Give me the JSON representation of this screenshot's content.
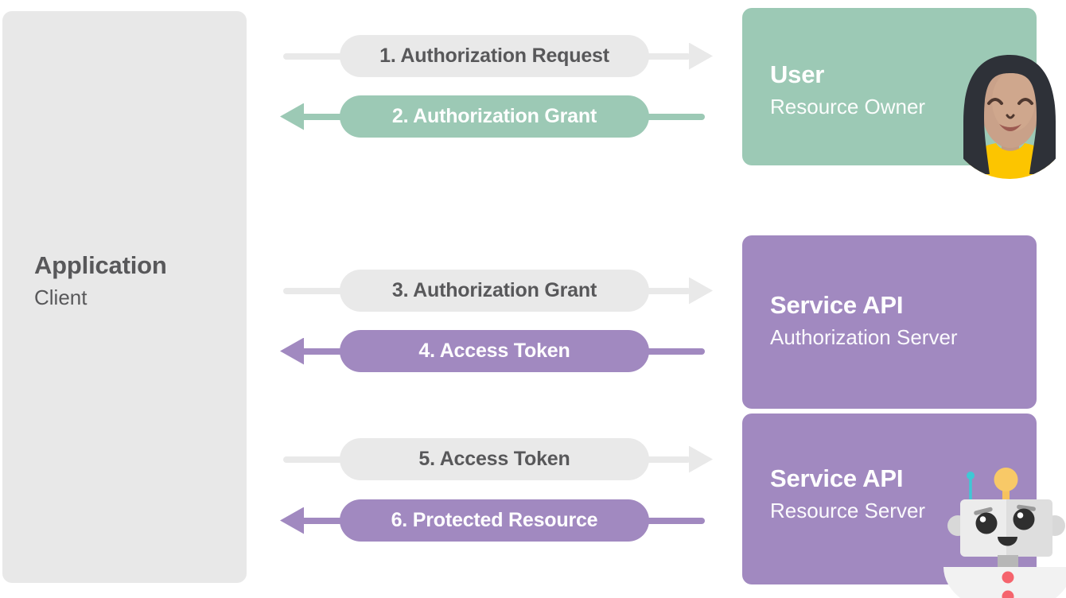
{
  "application": {
    "title": "Application",
    "subtitle": "Client"
  },
  "flows": [
    {
      "step": 1,
      "label": "1. Authorization Request",
      "direction": "right",
      "from": "Application",
      "to": "User",
      "color": "#e9e9e9",
      "text_color": "#58585a"
    },
    {
      "step": 2,
      "label": "2. Authorization Grant",
      "direction": "left",
      "from": "User",
      "to": "Application",
      "color": "#9cc9b5",
      "text_color": "#ffffff"
    },
    {
      "step": 3,
      "label": "3. Authorization Grant",
      "direction": "right",
      "from": "Application",
      "to": "Service API",
      "color": "#e9e9e9",
      "text_color": "#58585a"
    },
    {
      "step": 4,
      "label": "4. Access Token",
      "direction": "left",
      "from": "Service API",
      "to": "Application",
      "color": "#a189c0",
      "text_color": "#ffffff"
    },
    {
      "step": 5,
      "label": "5. Access Token",
      "direction": "right",
      "from": "Application",
      "to": "Service API",
      "color": "#e9e9e9",
      "text_color": "#58585a"
    },
    {
      "step": 6,
      "label": "6. Protected Resource",
      "direction": "left",
      "from": "Service API",
      "to": "Application",
      "color": "#a189c0",
      "text_color": "#ffffff"
    }
  ],
  "actors": [
    {
      "title": "User",
      "subtitle": "Resource Owner",
      "color": "#9cc9b5",
      "icon": "woman-avatar"
    },
    {
      "title": "Service API",
      "subtitle": "Authorization Server",
      "color": "#a189c0",
      "icon": ""
    },
    {
      "title": "Service API",
      "subtitle": "Resource Server",
      "color": "#a189c0",
      "icon": "robot-avatar"
    }
  ],
  "colors": {
    "green": "#9cc9b5",
    "purple": "#a189c0",
    "gray_box": "#e8e8e8",
    "gray_pill": "#e9e9e9",
    "text_dark": "#58585a",
    "hair": "#2e3138",
    "skin": "#c9a189",
    "shirt_yellow": "#fcc500",
    "robot_gray": "#ececec",
    "robot_accent_teal": "#3fc8d5",
    "robot_accent_yellow": "#f8c967",
    "robot_button_red": "#f5646d"
  }
}
